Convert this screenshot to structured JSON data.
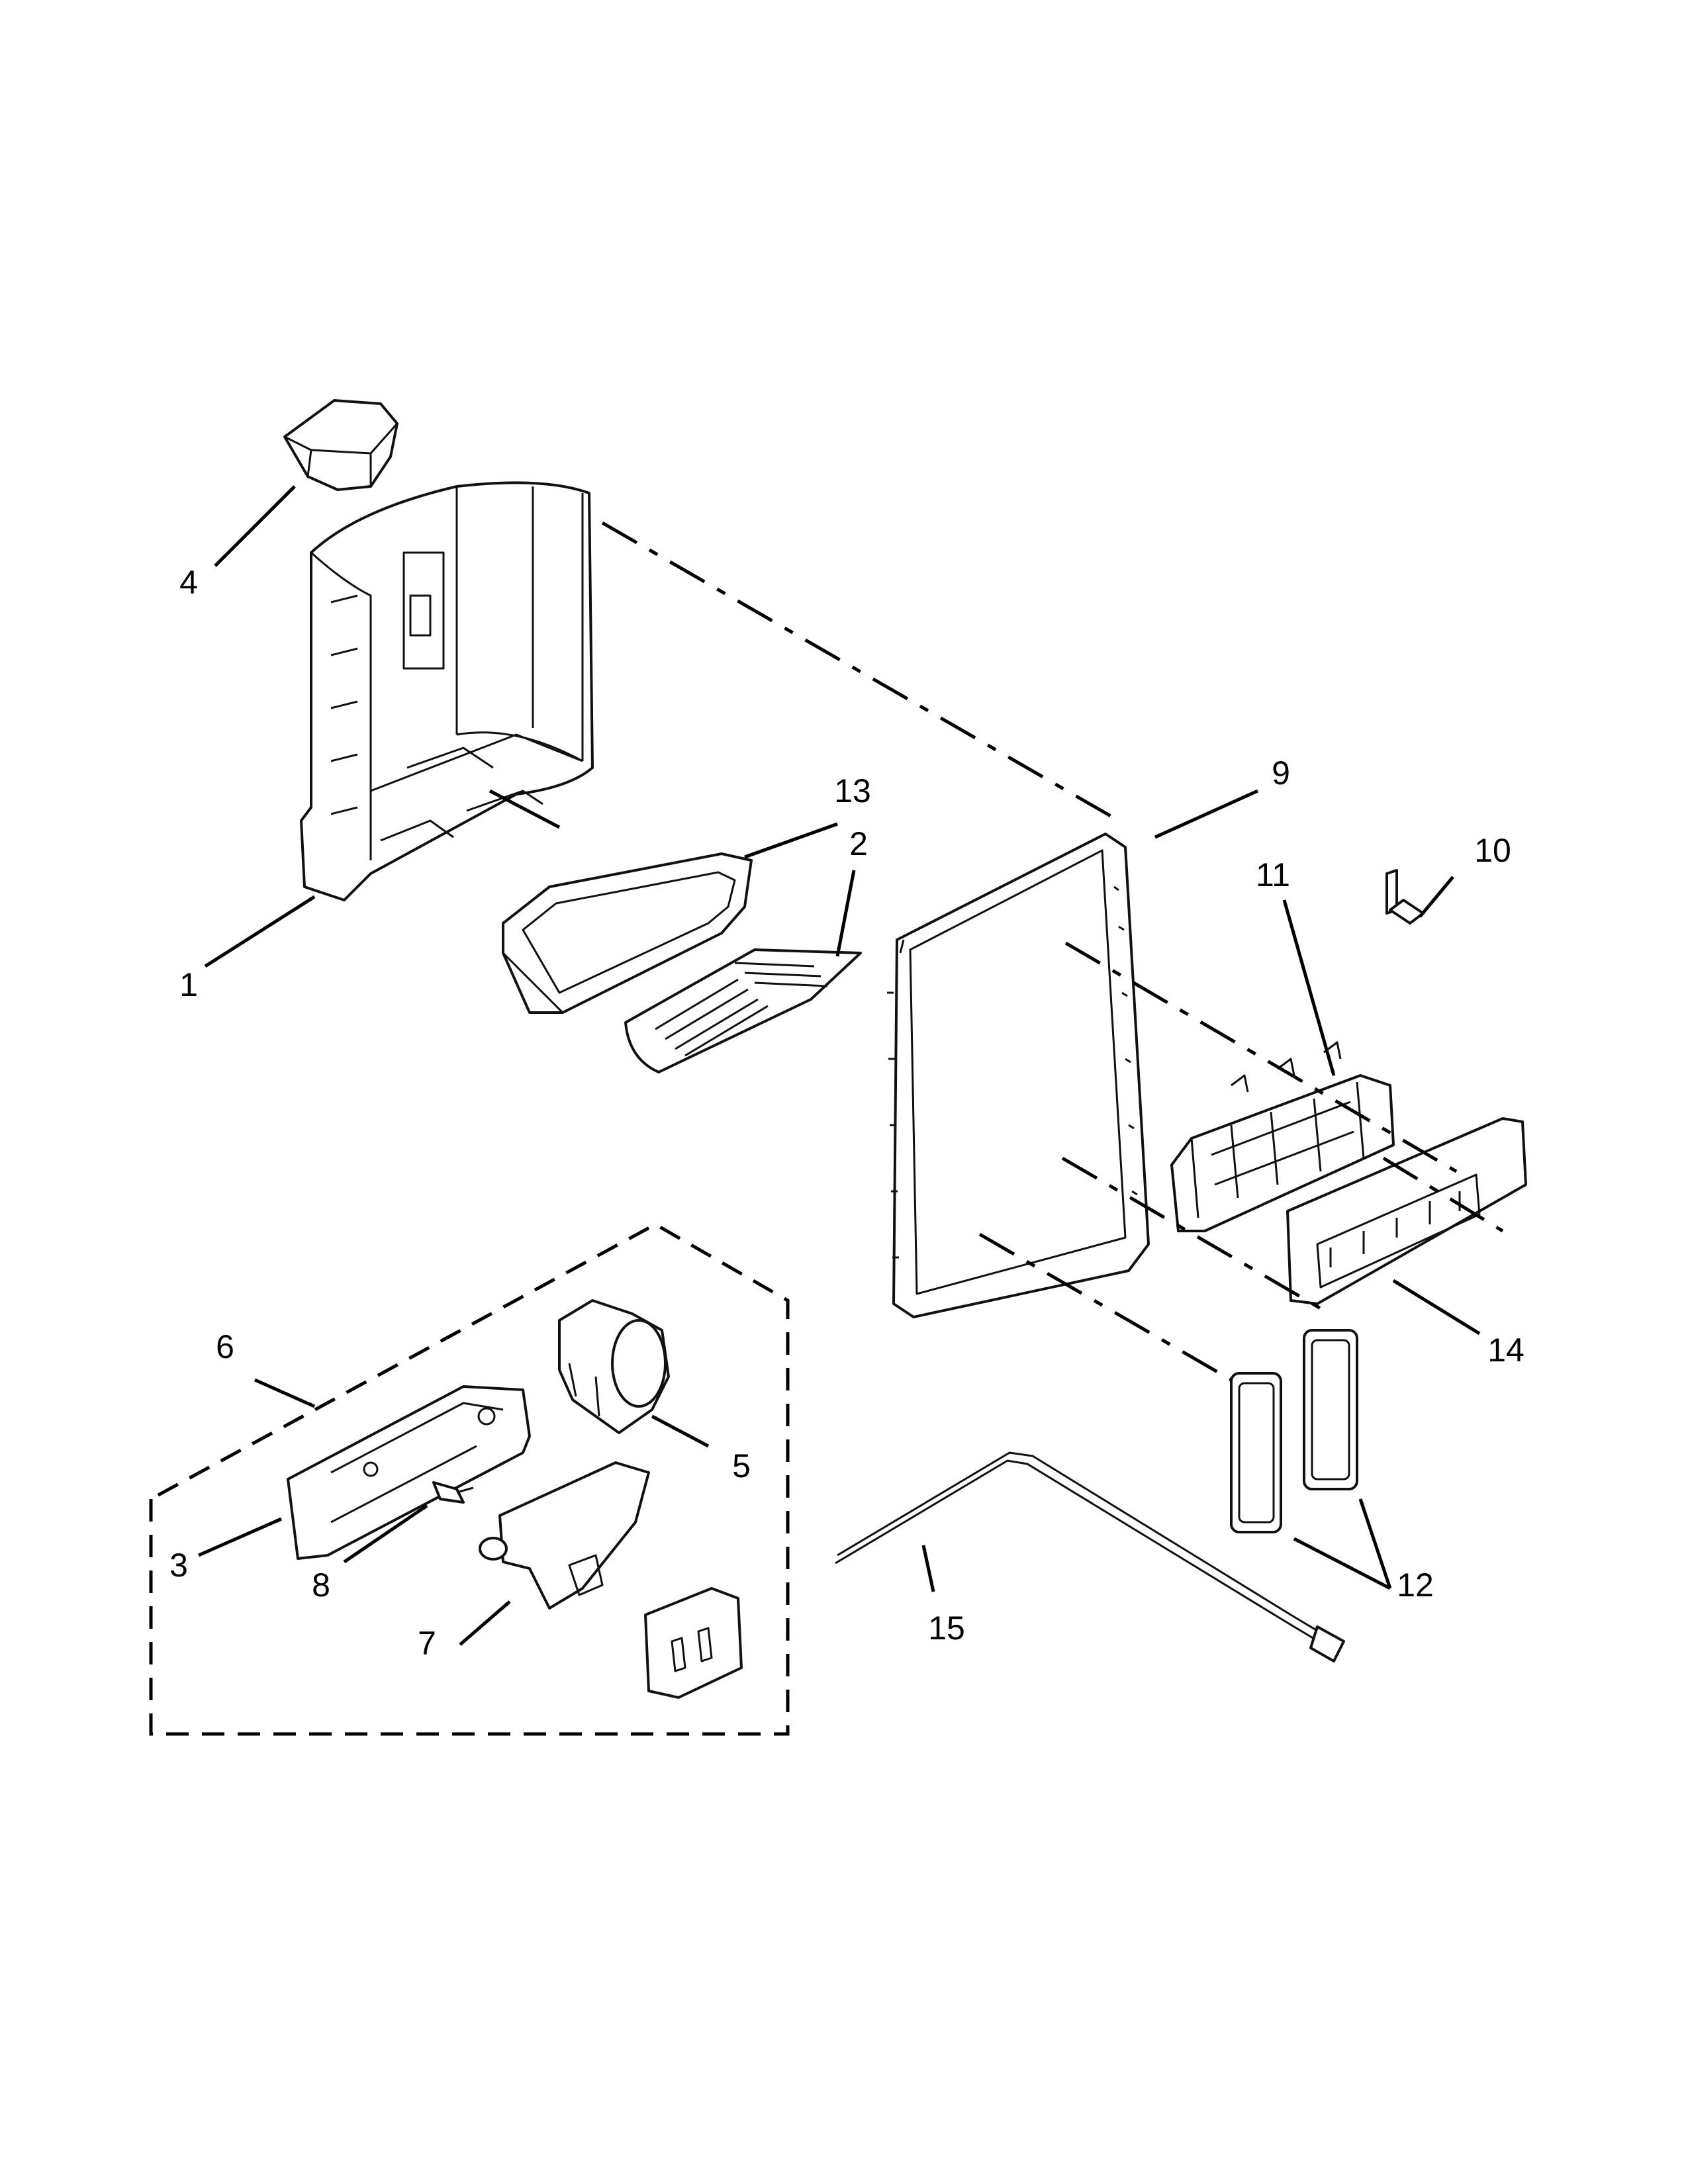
{
  "callouts": [
    {
      "id": "1",
      "label": "1"
    },
    {
      "id": "2",
      "label": "2"
    },
    {
      "id": "3",
      "label": "3"
    },
    {
      "id": "4",
      "label": "4"
    },
    {
      "id": "5",
      "label": "5"
    },
    {
      "id": "6",
      "label": "6"
    },
    {
      "id": "7",
      "label": "7"
    },
    {
      "id": "8",
      "label": "8"
    },
    {
      "id": "9",
      "label": "9"
    },
    {
      "id": "10",
      "label": "10"
    },
    {
      "id": "11",
      "label": "11"
    },
    {
      "id": "12",
      "label": "12"
    },
    {
      "id": "13",
      "label": "13"
    },
    {
      "id": "14",
      "label": "14"
    },
    {
      "id": "15",
      "label": "15"
    }
  ],
  "colors": {
    "ink": "#000000",
    "background": "#ffffff"
  }
}
